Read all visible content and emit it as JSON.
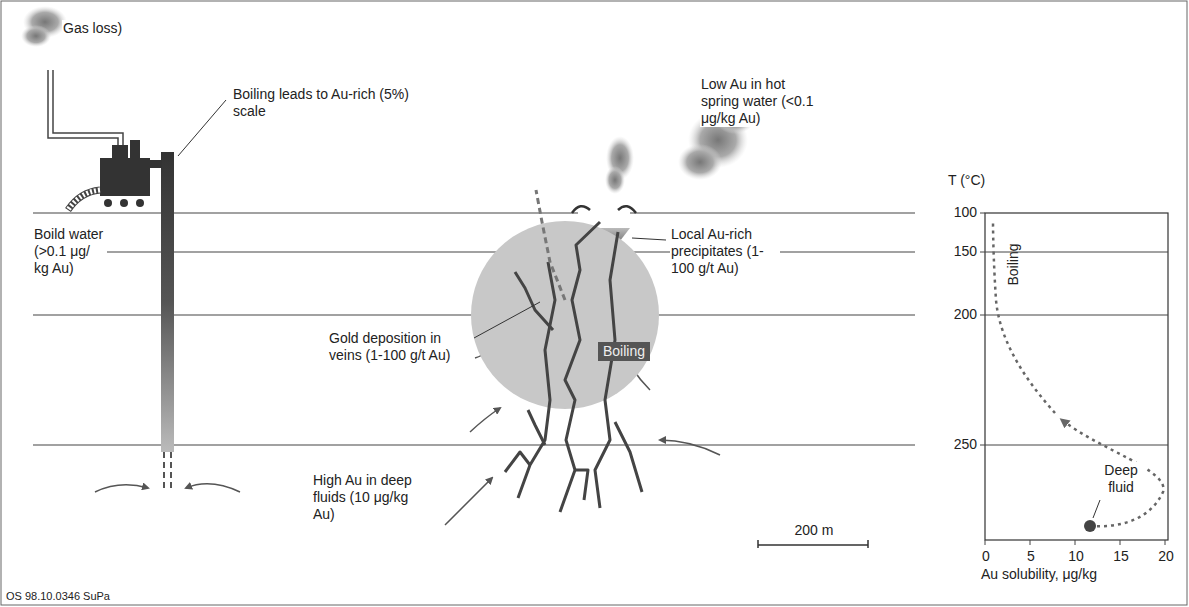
{
  "diagram": {
    "nodes": [
      {
        "text": [
          "Boiling"
        ]
      }
    ],
    "labels": [
      "Gas loss)",
      "Boiling leads to Au-rich (5%) scale",
      "Boild water (>0.1 μg/ kg Au)",
      "Low Au in hot spring water (<0.1 μg/kg Au)",
      "Local Au-rich precipitates (1-100 g/t Au)",
      "Gold deposition in veins (1-100 g/t Au)",
      "High Au in deep fluids (10 μg/kg Au)",
      "200 m",
      "T (°C)",
      "100",
      "150",
      "200",
      "250",
      "Boiling",
      "Deep fluid",
      "0",
      "5",
      "10",
      "15",
      "20",
      "Au solubility, μg/kg",
      "OS 98.10.0346 SuPa"
    ]
  }
}
